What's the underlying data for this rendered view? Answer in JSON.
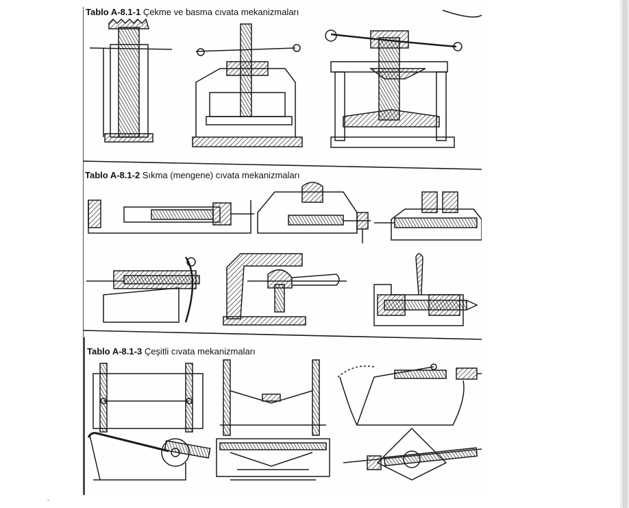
{
  "document": {
    "table1": {
      "code": "Tablo A-8.1-1",
      "title": "Çekme ve basma cıvata mekanizmaları"
    },
    "table2": {
      "code": "Tablo A-8.1-2",
      "title": "Sıkma (mengene) cıvata mekanizmaları"
    },
    "table3": {
      "code": "Tablo A-8.1-3",
      "title": "Çeşitli  cıvata mekanizmaları"
    },
    "page_mark": "´"
  },
  "colors": {
    "ink": "#1a1a1a",
    "paper": "#fefefe",
    "background": "#ffffff",
    "scrollbar": "#d9d9d9"
  }
}
